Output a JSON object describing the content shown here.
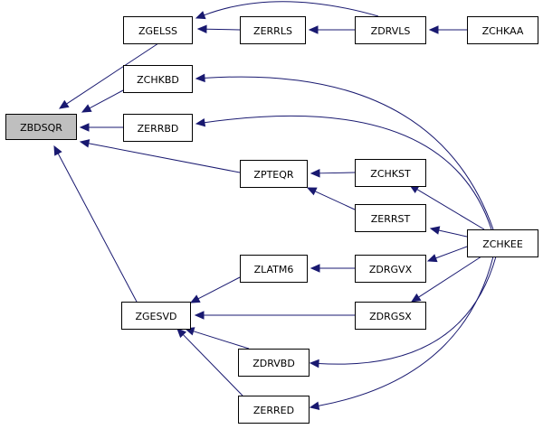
{
  "colors": {
    "edge": "#191970",
    "root_fill": "#bfbfbf",
    "node_fill": "#ffffff",
    "border": "#000000"
  },
  "nodes": [
    {
      "id": "zbdsqr",
      "label": "ZBDSQR",
      "root": true
    },
    {
      "id": "zgelss",
      "label": "ZGELSS"
    },
    {
      "id": "zchkbd",
      "label": "ZCHKBD"
    },
    {
      "id": "zerrbd",
      "label": "ZERRBD"
    },
    {
      "id": "zpteqr",
      "label": "ZPTEQR"
    },
    {
      "id": "zgesvd",
      "label": "ZGESVD"
    },
    {
      "id": "zerrls",
      "label": "ZERRLS"
    },
    {
      "id": "zdrvls",
      "label": "ZDRVLS"
    },
    {
      "id": "zchkaa",
      "label": "ZCHKAA"
    },
    {
      "id": "zchkst",
      "label": "ZCHKST"
    },
    {
      "id": "zerrst",
      "label": "ZERRST"
    },
    {
      "id": "zlatm6",
      "label": "ZLATM6"
    },
    {
      "id": "zdrgvx",
      "label": "ZDRGVX"
    },
    {
      "id": "zdrgsx",
      "label": "ZDRGSX"
    },
    {
      "id": "zdrvbd",
      "label": "ZDRVBD"
    },
    {
      "id": "zerred",
      "label": "ZERRED"
    },
    {
      "id": "zchkee",
      "label": "ZCHKEE"
    }
  ],
  "edges": [
    {
      "from": "zgelss",
      "to": "zbdsqr"
    },
    {
      "from": "zchkbd",
      "to": "zbdsqr"
    },
    {
      "from": "zerrbd",
      "to": "zbdsqr"
    },
    {
      "from": "zpteqr",
      "to": "zbdsqr"
    },
    {
      "from": "zgesvd",
      "to": "zbdsqr"
    },
    {
      "from": "zerrls",
      "to": "zgelss"
    },
    {
      "from": "zdrvls",
      "to": "zgelss"
    },
    {
      "from": "zdrvls",
      "to": "zerrls"
    },
    {
      "from": "zchkaa",
      "to": "zdrvls"
    },
    {
      "from": "zchkee",
      "to": "zchkbd"
    },
    {
      "from": "zchkee",
      "to": "zerrbd"
    },
    {
      "from": "zchkst",
      "to": "zpteqr"
    },
    {
      "from": "zerrst",
      "to": "zpteqr"
    },
    {
      "from": "zchkee",
      "to": "zchkst"
    },
    {
      "from": "zchkee",
      "to": "zerrst"
    },
    {
      "from": "zlatm6",
      "to": "zgesvd"
    },
    {
      "from": "zdrgsx",
      "to": "zgesvd"
    },
    {
      "from": "zdrvbd",
      "to": "zgesvd"
    },
    {
      "from": "zerred",
      "to": "zgesvd"
    },
    {
      "from": "zdrgvx",
      "to": "zlatm6"
    },
    {
      "from": "zchkee",
      "to": "zdrgvx"
    },
    {
      "from": "zchkee",
      "to": "zdrgsx"
    },
    {
      "from": "zchkee",
      "to": "zdrvbd"
    },
    {
      "from": "zchkee",
      "to": "zerred"
    }
  ]
}
